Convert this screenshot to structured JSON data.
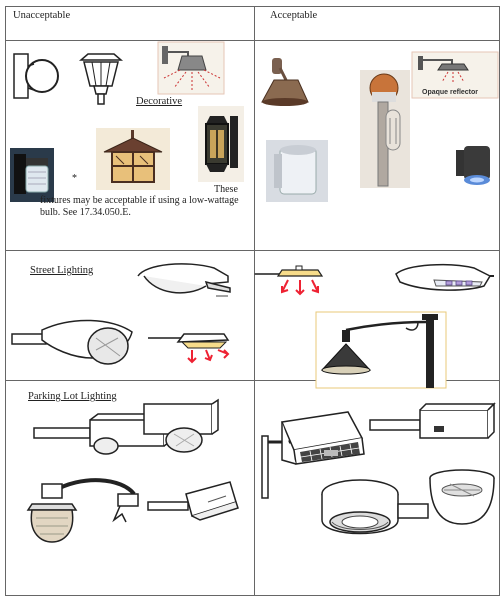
{
  "columns": {
    "unacceptable": "Unacceptable",
    "acceptable": "Acceptable"
  },
  "sections": {
    "decorative": "Decorative",
    "street_lighting": "Street Lighting",
    "parking_lot_lighting": "Parking Lot Lighting"
  },
  "notes": {
    "asterisk": "*",
    "these": "These",
    "fixtures_note": "fixtures may be acceptable if using a low-wattage bulb. See 17.34.050.E."
  },
  "labels": {
    "opaque_reflector": "Opaque reflector"
  }
}
